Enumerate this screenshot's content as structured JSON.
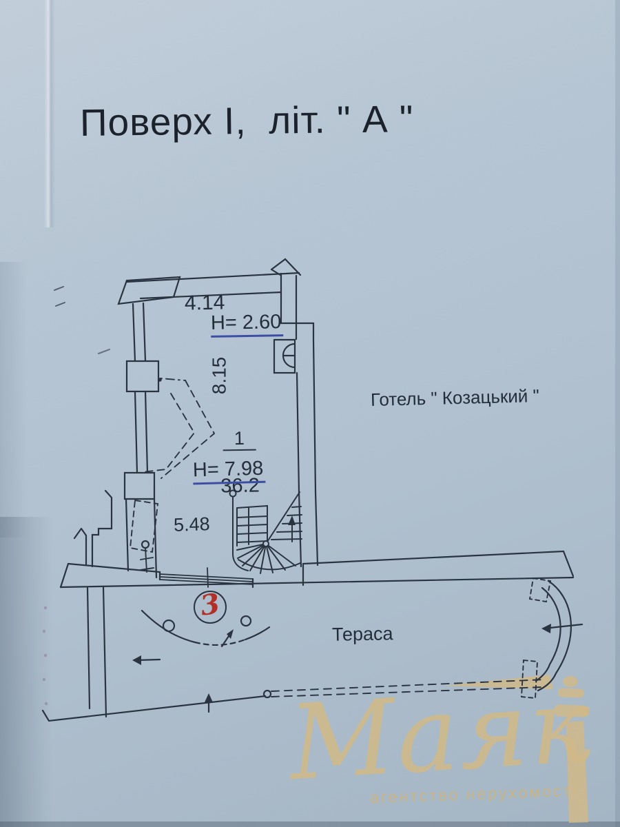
{
  "page": {
    "title": "Поверх І,  літ. \" А \""
  },
  "plan": {
    "dims": {
      "top_width": "4.14",
      "h_upper": "H= 2.60",
      "left_depth": "8.15",
      "h_room": "H= 7.98",
      "mid_width": "5.48"
    },
    "room_number": "1",
    "room_area": "36.2",
    "hotel_label": "Готель \" Козацький \"",
    "terrace_label": "Тераса",
    "red_mark": "3"
  },
  "watermark": {
    "brand": "Маяк",
    "tagline": "агентство нерухомості",
    "icon": "lighthouse-icon"
  },
  "colors": {
    "paper": "#b2c2d1",
    "ink": "#2a3340",
    "blue_ink": "#3d4da4",
    "red": "#b23028",
    "gold": "#d4ba84"
  }
}
